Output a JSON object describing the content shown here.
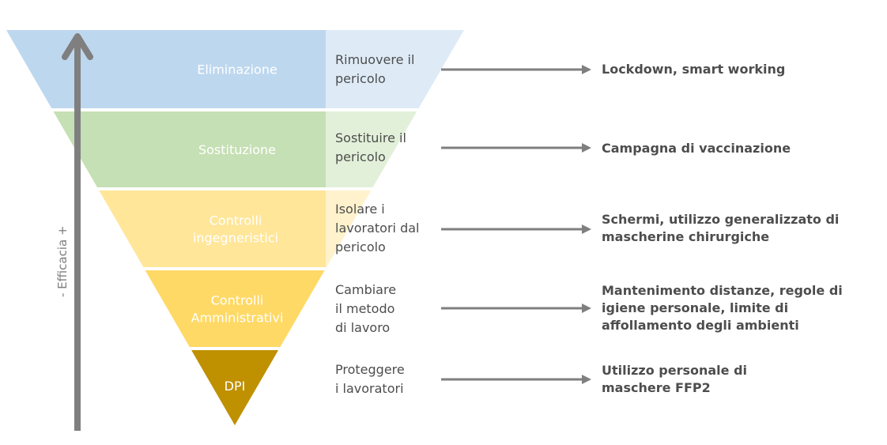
{
  "title": "Gerarchia dei controlli",
  "axis_label": "- Efficacia +",
  "colors": {
    "arrow": "#7f7f7f",
    "text": "#4d4d4d"
  },
  "levels": [
    {
      "name": "Eliminazione",
      "name_lines": [
        "Eliminazione"
      ],
      "description": "Rimuovere il\npericolo",
      "example": "Lockdown, smart working",
      "color_dark": "#bdd7ee",
      "color_light": "#deebf7"
    },
    {
      "name": "Sostituzione",
      "name_lines": [
        "Sostituzione"
      ],
      "description": "Sostituire il\npericolo",
      "example": "Campagna di vaccinazione",
      "color_dark": "#c5e0b4",
      "color_light": "#e2f0d9"
    },
    {
      "name": "Controlli ingegneristici",
      "name_lines": [
        "Controlli",
        "ingegneristici"
      ],
      "description": "Isolare i\nlavoratori dal\npericolo",
      "example": "Schermi, utilizzo generalizzato di\nmascherine chirurgiche",
      "color_dark": "#ffe699",
      "color_light": "#fff2cc"
    },
    {
      "name": "Controlli Amministrativi",
      "name_lines": [
        "Controlli",
        "Amministrativi"
      ],
      "description": "Cambiare\nil metodo\ndi lavoro",
      "example": "Mantenimento distanze, regole di\nigiene personale, limite di\naffollamento degli ambienti",
      "color_dark": "#ffd966",
      "color_light": "#ffd966"
    },
    {
      "name": "DPI",
      "name_lines": [
        "DPI"
      ],
      "description": "Proteggere\ni lavoratori",
      "example": "Utilizzo personale di\nmaschere FFP2",
      "color_dark": "#bf9000",
      "color_light": "#bf9000"
    }
  ]
}
